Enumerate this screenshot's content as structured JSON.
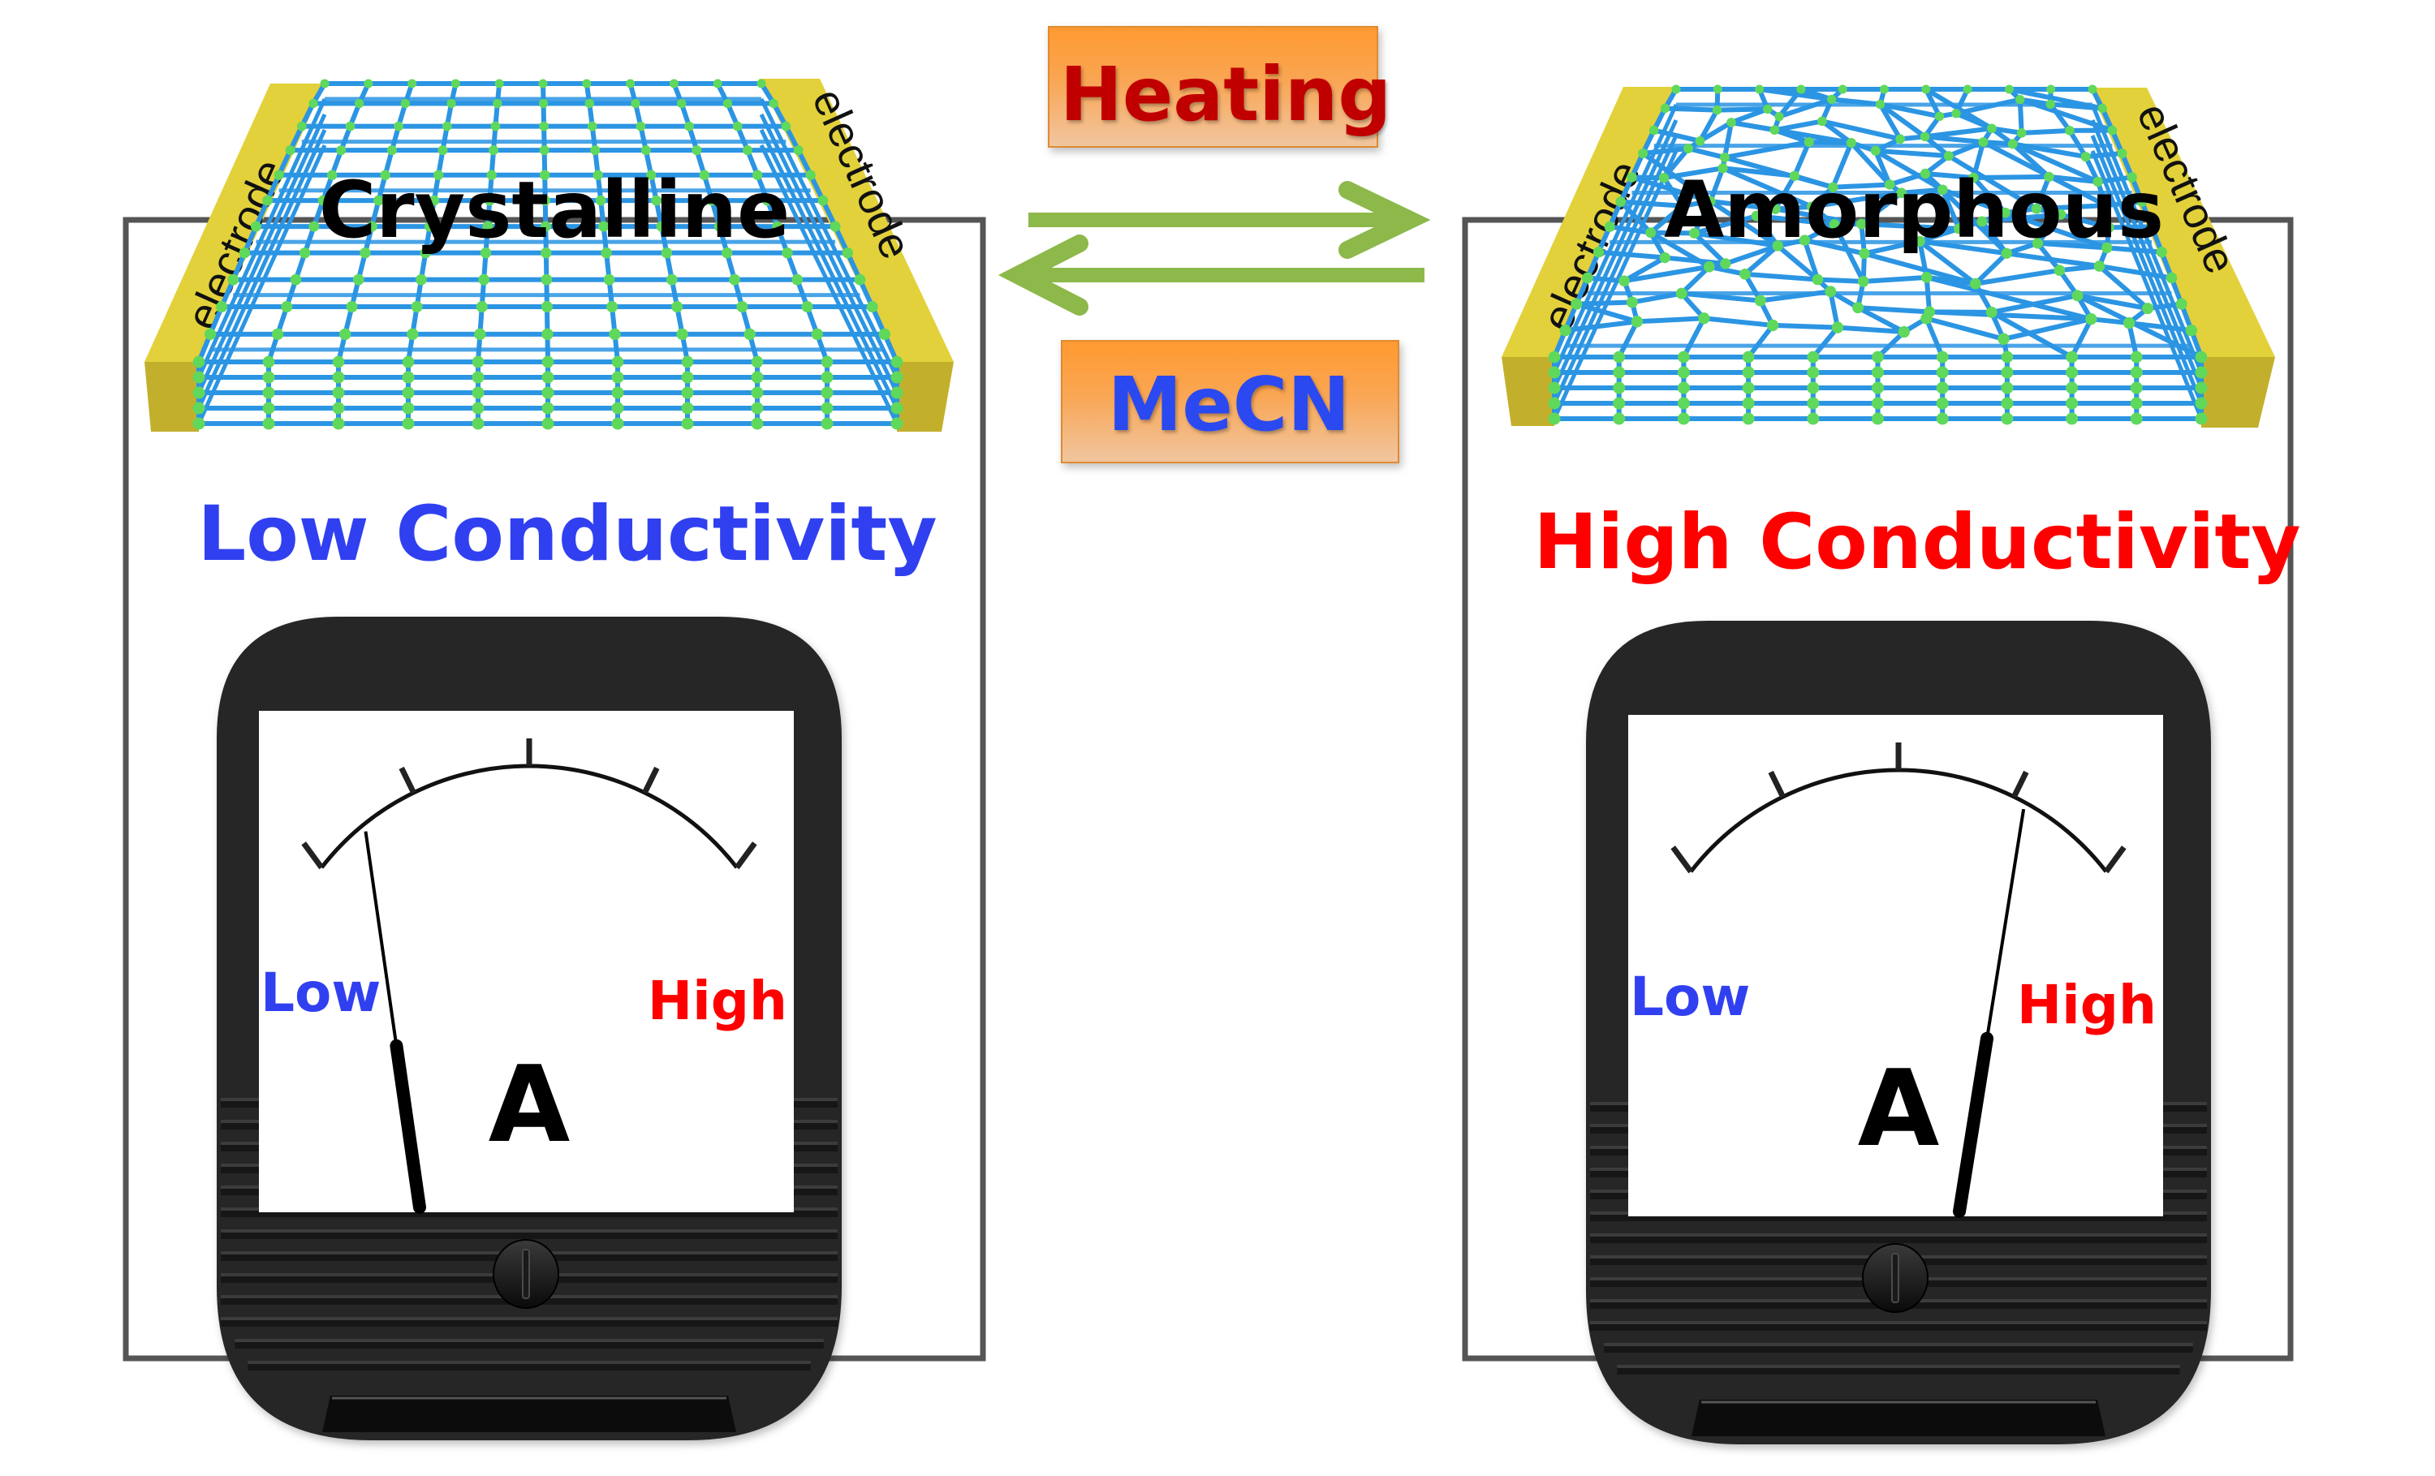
{
  "title": "Crystalline-amorphous transition switching conductivity",
  "colors": {
    "circuit_wire": "#555555",
    "electrode_top": "#e2d13a",
    "electrode_front": "#c2b02c",
    "lattice_bond": "#2b95e3",
    "lattice_node": "#5fd85c",
    "low_blue": "#3040f0",
    "high_red": "#ff0000",
    "heating_red": "#c00000",
    "mecn_blue": "#2b4af0",
    "arrow_green": "#8db84a",
    "condition_box_top": "#ff9a30",
    "condition_box_bottom": "#f2c49a",
    "meter_body": "#252525",
    "meter_face": "#ffffff"
  },
  "conditions": {
    "forward": {
      "label": "Heating"
    },
    "reverse": {
      "label": "MeCN"
    }
  },
  "panels": [
    {
      "id": "crystalline",
      "state_label": "Crystalline",
      "electrode_left_label": "electrode",
      "electrode_right_label": "electrode",
      "lattice": "ordered",
      "conductivity_label": "Low Conductivity",
      "conductivity_color": "low_blue",
      "meter": {
        "unit_label": "A",
        "scale_low_label": "Low",
        "scale_high_label": "High",
        "needle_fraction": 0.12
      }
    },
    {
      "id": "amorphous",
      "state_label": "Amorphous",
      "electrode_left_label": "electrode",
      "electrode_right_label": "electrode",
      "lattice": "disordered",
      "conductivity_label": "High Conductivity",
      "conductivity_color": "high_red",
      "meter": {
        "unit_label": "A",
        "scale_low_label": "Low",
        "scale_high_label": "High",
        "needle_fraction": 0.78
      }
    }
  ]
}
